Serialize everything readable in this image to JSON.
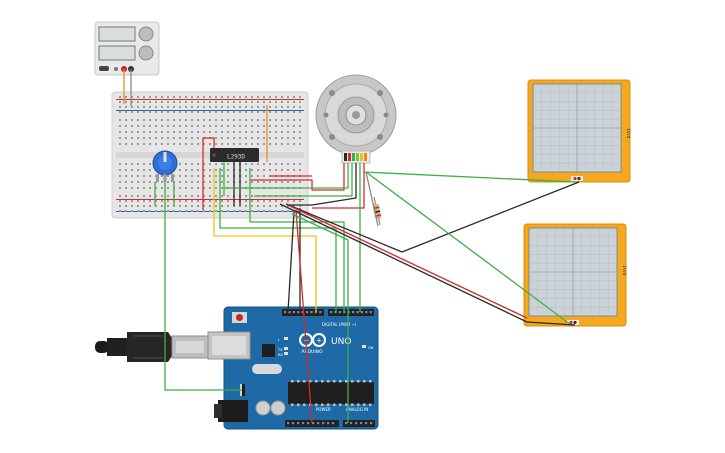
{
  "canvas": {
    "background": "#ffffff"
  },
  "colors": {
    "wire_green": "#3cb043",
    "wire_red": "#d8282f",
    "wire_black": "#2a2a2a",
    "wire_yellow": "#e6c619",
    "wire_orange": "#f08a1c",
    "arduino_blue": "#1e6aa6",
    "scope_yellow": "#f4a81d",
    "scope_screen": "#cbd3d8",
    "breadboard": "#e6e6e6",
    "pot_blue": "#2e6fd1"
  },
  "icons": {
    "motor": "dc-motor-encoder-icon",
    "pot": "potentiometer-icon",
    "usb": "usb-b-plug-icon",
    "power_supply": "power-supply-icon",
    "arduino_logo": "infinity-logo-icon"
  },
  "ic": {
    "label": "L293D"
  },
  "arduino": {
    "model": "UNO",
    "brand": "ARDUINO",
    "digital_label": "DIGITAL (PWM ~)",
    "power_label": "POWER",
    "analog_label": "ANALOG IN",
    "tx_label": "TX",
    "rx_label": "RX",
    "on_label": "ON",
    "l_label": "L"
  },
  "scopes": [
    {
      "side_label": "1V/d"
    },
    {
      "side_label": "1V/d"
    }
  ]
}
